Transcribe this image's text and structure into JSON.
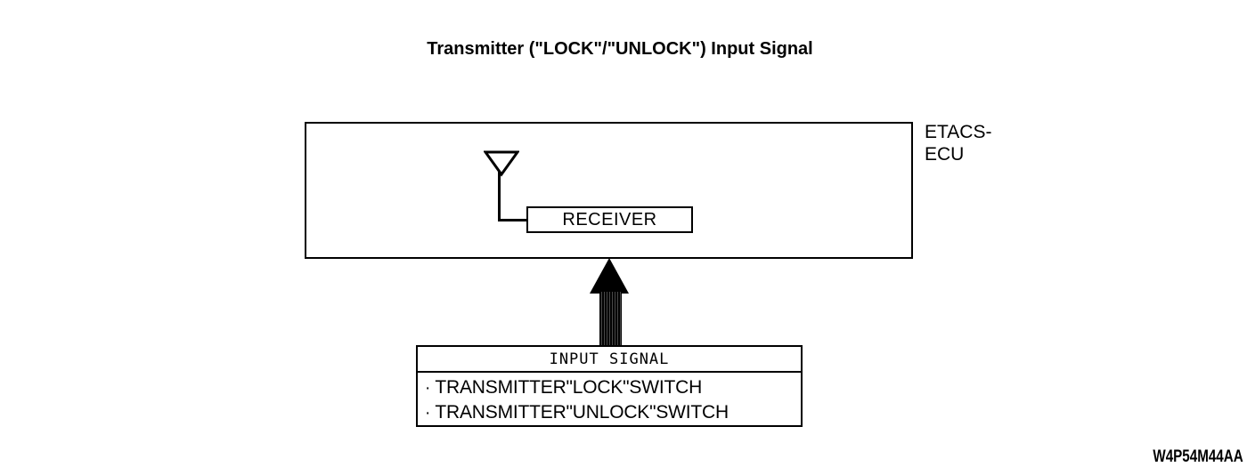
{
  "title": "Transmitter (\"LOCK\"/\"UNLOCK\") Input Signal",
  "ecu": {
    "label_line1": "ETACS-",
    "label_line2": "ECU",
    "label": "ETACS-\nECU"
  },
  "antenna": {
    "icon": "antenna-triangle-icon"
  },
  "receiver": {
    "label": "RECEIVER"
  },
  "arrow": {
    "icon": "hatched-up-arrow-icon",
    "direction": "up"
  },
  "input_signal": {
    "header": "INPUT SIGNAL",
    "bullet": "·",
    "items": [
      "TRANSMITTER\"LOCK\"SWITCH",
      "TRANSMITTER\"UNLOCK\"SWITCH"
    ]
  },
  "figure_code": "W4P54M44AA",
  "colors": {
    "background": "#ffffff",
    "line": "#000000",
    "text": "#000000",
    "arrow_fill": "#000000",
    "arrow_hatch": "#4a4a4a"
  }
}
